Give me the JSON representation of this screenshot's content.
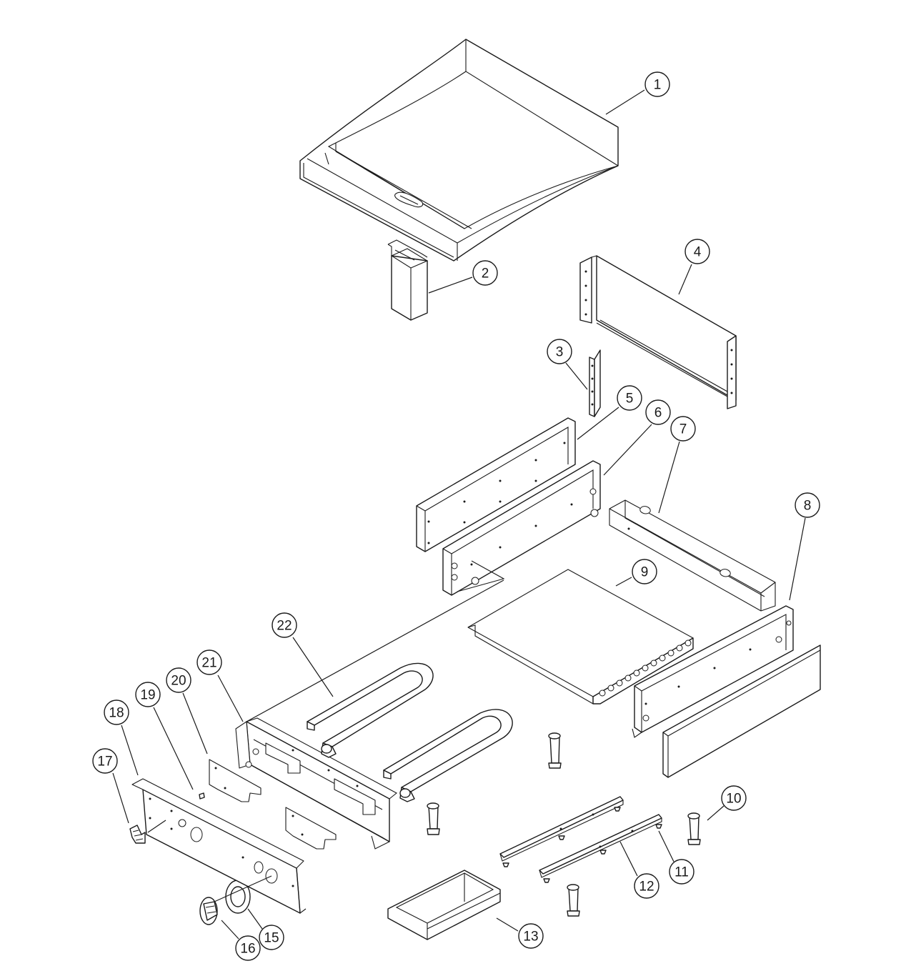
{
  "callouts": [
    {
      "id": "1",
      "label": "1"
    },
    {
      "id": "2",
      "label": "2"
    },
    {
      "id": "3",
      "label": "3"
    },
    {
      "id": "4",
      "label": "4"
    },
    {
      "id": "5",
      "label": "5"
    },
    {
      "id": "6",
      "label": "6"
    },
    {
      "id": "7",
      "label": "7"
    },
    {
      "id": "8",
      "label": "8"
    },
    {
      "id": "9",
      "label": "9"
    },
    {
      "id": "10",
      "label": "10"
    },
    {
      "id": "11",
      "label": "11"
    },
    {
      "id": "12",
      "label": "12"
    },
    {
      "id": "13",
      "label": "13"
    },
    {
      "id": "15",
      "label": "15"
    },
    {
      "id": "16",
      "label": "16"
    },
    {
      "id": "17",
      "label": "17"
    },
    {
      "id": "18",
      "label": "18"
    },
    {
      "id": "19",
      "label": "19"
    },
    {
      "id": "20",
      "label": "20"
    },
    {
      "id": "21",
      "label": "21"
    },
    {
      "id": "22",
      "label": "22"
    }
  ]
}
